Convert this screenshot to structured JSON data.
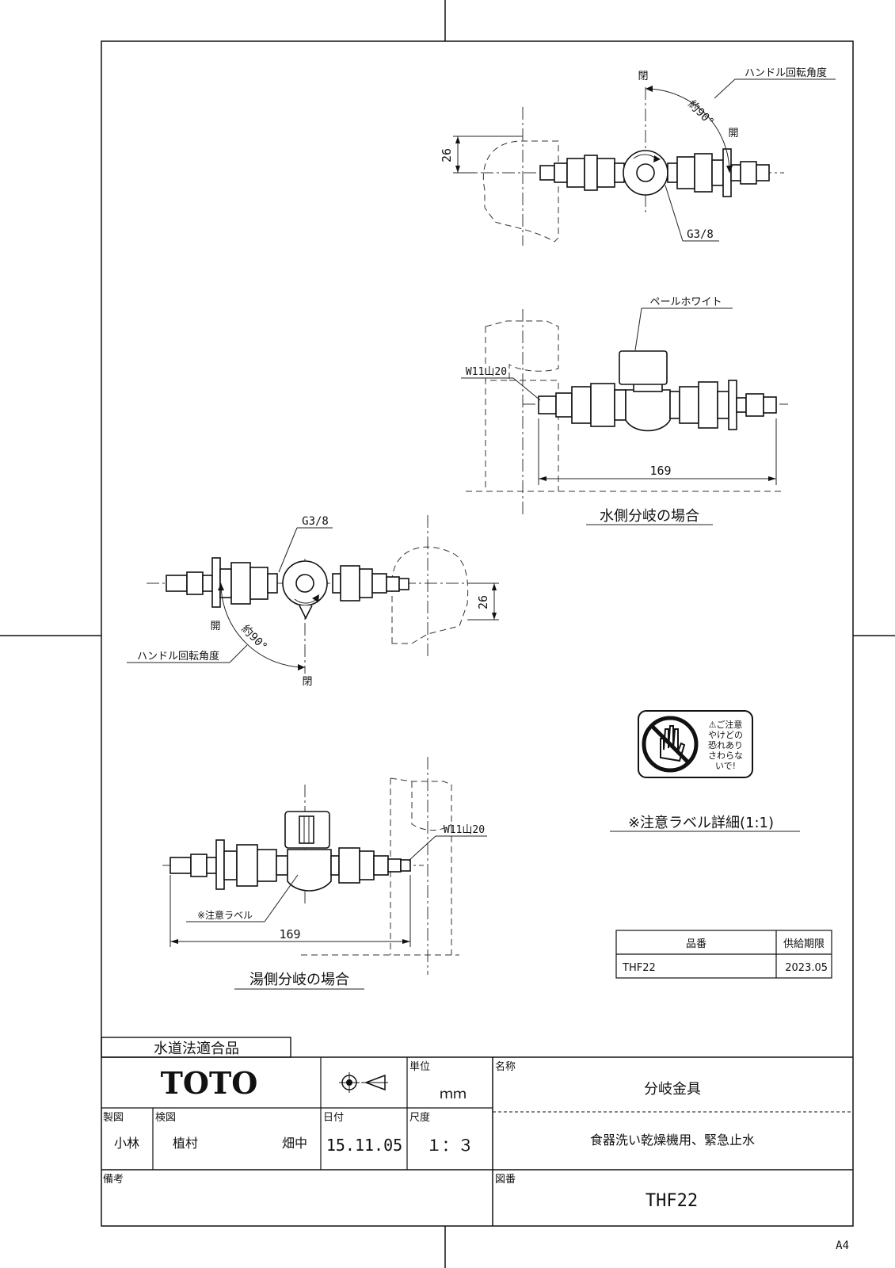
{
  "drawing": {
    "top_view_upper": {
      "label_closed": "閉",
      "label_open": "開",
      "handle_angle_label": "ハンドル回転角度",
      "angle_value": "約90°",
      "dim_height": "26",
      "thread_label": "G3/8"
    },
    "water_side": {
      "color_label": "ペールホワイト",
      "connection_label": "W11山20",
      "length_dim": "169",
      "caption": "水側分岐の場合"
    },
    "top_view_lower": {
      "thread_label": "G3/8",
      "dim_height": "26",
      "label_open": "開",
      "angle_value": "約90°",
      "handle_angle_label": "ハンドル回転角度",
      "label_closed": "閉"
    },
    "hot_side": {
      "connection_label": "W11山20",
      "caution_label": "※注意ラベル",
      "length_dim": "169",
      "caption": "湯側分岐の場合"
    },
    "caution_sticker": {
      "lines": [
        "⚠ご注意",
        "やけどの",
        "恐れあり",
        "さわらな",
        "いで!"
      ],
      "caption": "※注意ラベル詳細(1:1)"
    },
    "supply_table": {
      "headers": [
        "品番",
        "供給期限"
      ],
      "rows": [
        [
          "THF22",
          "2023.05"
        ]
      ]
    }
  },
  "title_block": {
    "approval_label": "水道法適合品",
    "company": "TOTO",
    "unit_label": "単位",
    "unit_value": "ｍｍ",
    "name_label": "名称",
    "product_name": "分岐金具",
    "drafter_label": "製図",
    "drafter_name": "小林",
    "checker_label": "検図",
    "checker_name": "植村",
    "approver_name": "畑中",
    "date_label": "日付",
    "date_value": "15.11.05",
    "scale_label": "尺度",
    "scale_value": "１：３",
    "description": "食器洗い乾燥機用、緊急止水",
    "remarks_label": "備考",
    "drawing_no_label": "図番",
    "drawing_no": "THF22"
  },
  "sheet_size": "A4"
}
